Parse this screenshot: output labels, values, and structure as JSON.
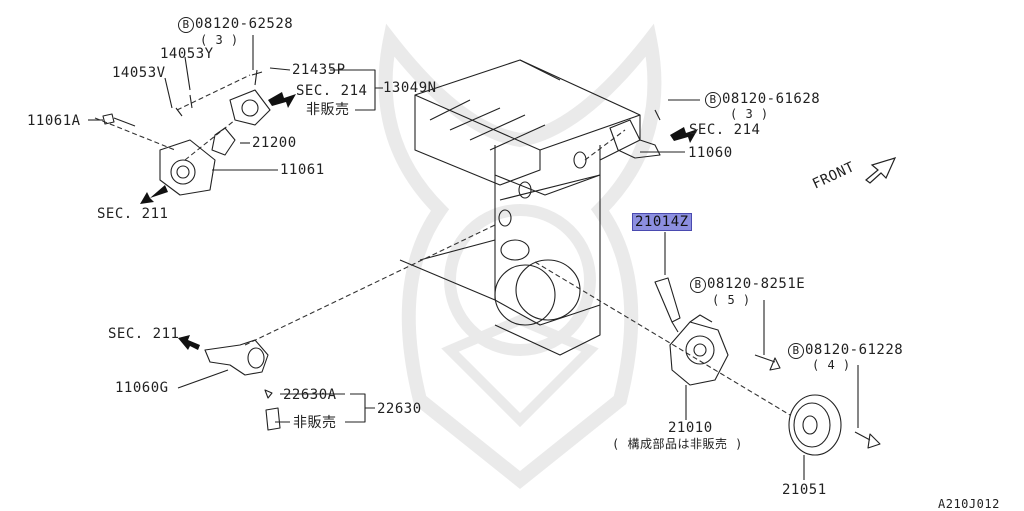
{
  "labels": {
    "bolt_62528": "08120-62528",
    "qty_62528": "( 3 )",
    "p14053y": "14053Y",
    "p14053v": "14053V",
    "p11061a": "11061A",
    "p21435p": "21435P",
    "sec214_a": "SEC. 214",
    "hihanbai_a": "非販売",
    "p13049n": "13049N",
    "p21200": "21200",
    "p11061": "11061",
    "sec211_a": "SEC. 211",
    "bolt_61628": "08120-61628",
    "qty_61628": "( 3 )",
    "sec214_b": "SEC. 214",
    "p11060": "11060",
    "front": "FRONT",
    "p21014z": "21014Z",
    "bolt_8251e": "08120-8251E",
    "qty_8251e": "( 5 )",
    "bolt_61228": "08120-61228",
    "qty_61228": "( 4 )",
    "sec211_b": "SEC. 211",
    "p11060g": "11060G",
    "p22630a": "22630A",
    "p22630": "22630",
    "hihanbai_b": "非販売",
    "p21010": "21010",
    "p21010_note": "( 構成部品は非販売 )",
    "p21051": "21051",
    "diagram_code": "A210J012",
    "bolt_marker": "B"
  },
  "colors": {
    "line": "#222222",
    "highlight": "#8c8fe0"
  }
}
